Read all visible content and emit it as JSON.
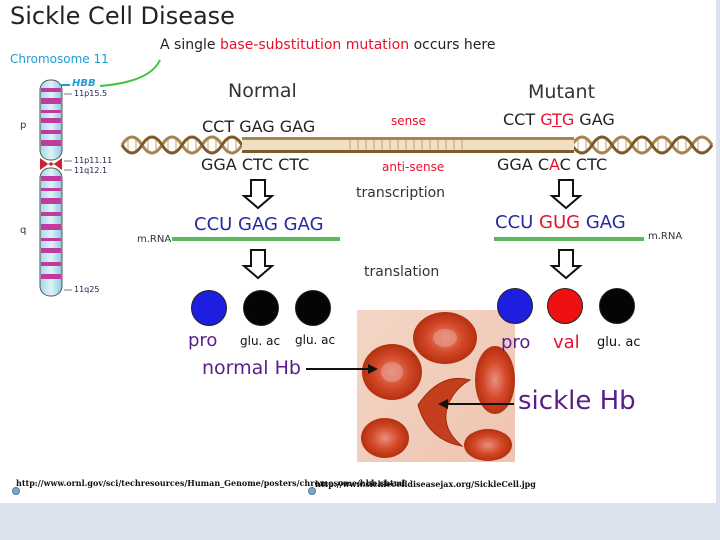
{
  "title": "Sickle Cell Disease",
  "subtitle": {
    "before": "A single ",
    "highlight": "base-substitution mutation",
    "after": " occurs here"
  },
  "chromosome": {
    "label": "Chromosome 11",
    "gene": "HBB",
    "bands": [
      "11p15.5",
      "11p11.11",
      "11q12.1",
      "11q25"
    ],
    "arm_p": "p",
    "arm_q": "q"
  },
  "normal": {
    "header": "Normal",
    "sense_seq": "CCT GAG GAG",
    "antisense_seq": "GGA CTC CTC",
    "mrna_seq": "CCU GAG GAG"
  },
  "mutant": {
    "header": "Mutant",
    "sense": {
      "a": "CCT ",
      "b": "G",
      "c": "T",
      "d": "G",
      "e": " GAG"
    },
    "antisense": {
      "a": "GGA C",
      "b": "A",
      "c": "C CTC"
    },
    "mrna": {
      "a": "CCU ",
      "b": "GUG",
      "c": " GAG"
    }
  },
  "labels": {
    "sense": "sense",
    "antisense": "anti-sense",
    "transcription": "transcription",
    "translation": "translation",
    "mrna_left": "m.RNA",
    "mrna_right": "m.RNA"
  },
  "amino_normal": [
    "pro",
    "glu. ac",
    "glu. ac"
  ],
  "amino_mutant": [
    "pro",
    "val",
    "glu. ac"
  ],
  "normal_hb": "normal Hb",
  "sickle_hb": "sickle Hb",
  "colors": {
    "blue": "#1e1ee0",
    "red": "#ee1111",
    "black": "#050505",
    "accent_red": "#e8112d",
    "purple": "#5a1e8a"
  },
  "sources": {
    "left": "http://www.ornl.gov/sci/techresources/Human_Genome/posters/chromosome/hbb.shtml",
    "right": "http://www.sicklecelldiseasejax.org/SickleCell.jpg"
  }
}
